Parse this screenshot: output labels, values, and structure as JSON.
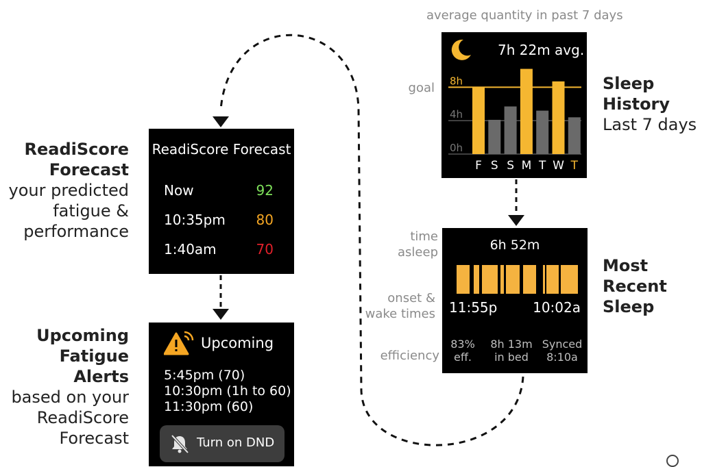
{
  "readiscore": {
    "caption_bold": [
      "ReadiScore",
      "Forecast"
    ],
    "caption_text": [
      "your predicted",
      "fatigue &",
      "performance"
    ],
    "screen_title": "ReadiScore Forecast",
    "rows": [
      {
        "time": "Now",
        "score": "92",
        "color": "#7ee05a"
      },
      {
        "time": "10:35pm",
        "score": "80",
        "color": "#f5a623"
      },
      {
        "time": "1:40am",
        "score": "70",
        "color": "#e0202a"
      }
    ]
  },
  "alerts": {
    "caption_bold": [
      "Upcoming",
      "Fatigue Alerts"
    ],
    "caption_text": [
      "based on your",
      "ReadiScore",
      "Forecast"
    ],
    "title": "Upcoming",
    "items": [
      "5:45pm (70)",
      "10:30pm (1h to 60)",
      "11:30pm (60)"
    ],
    "dnd_label": "Turn on DND",
    "icons": {
      "warning": "warning-signal-icon",
      "dnd": "bell-slash-icon"
    }
  },
  "sleep_history": {
    "top_note": "average quantity in past 7 days",
    "goal_label": "goal",
    "caption_bold": [
      "Sleep",
      "History"
    ],
    "caption_text": "Last 7 days",
    "avg_text": "7h 22m avg.",
    "icon": "moon-icon",
    "accent": "#f5b731"
  },
  "chart_data": {
    "type": "bar",
    "categories": [
      "F",
      "S",
      "S",
      "M",
      "T",
      "W",
      "T"
    ],
    "values": [
      8.0,
      4.1,
      5.7,
      10.2,
      5.2,
      8.7,
      4.4
    ],
    "met_goal": [
      true,
      false,
      false,
      true,
      false,
      true,
      false
    ],
    "goal": 8,
    "yticks": [
      "0h",
      "4h",
      "8h"
    ],
    "ylim": [
      0,
      11
    ],
    "highlight_last_label": true
  },
  "recent_sleep": {
    "caption_bold": [
      "Most Recent",
      "Sleep"
    ],
    "labels": {
      "time_asleep": [
        "time",
        "asleep"
      ],
      "onset_wake": [
        "onset &",
        "wake times"
      ],
      "efficiency": "efficiency"
    },
    "duration": "6h 52m",
    "onset": "11:55p",
    "wake": "10:02a",
    "stats": [
      [
        "83%",
        "eff."
      ],
      [
        "8h 13m",
        "in bed"
      ],
      [
        "Synced",
        "8:10a"
      ]
    ],
    "timeline_color": "#f5b340"
  }
}
